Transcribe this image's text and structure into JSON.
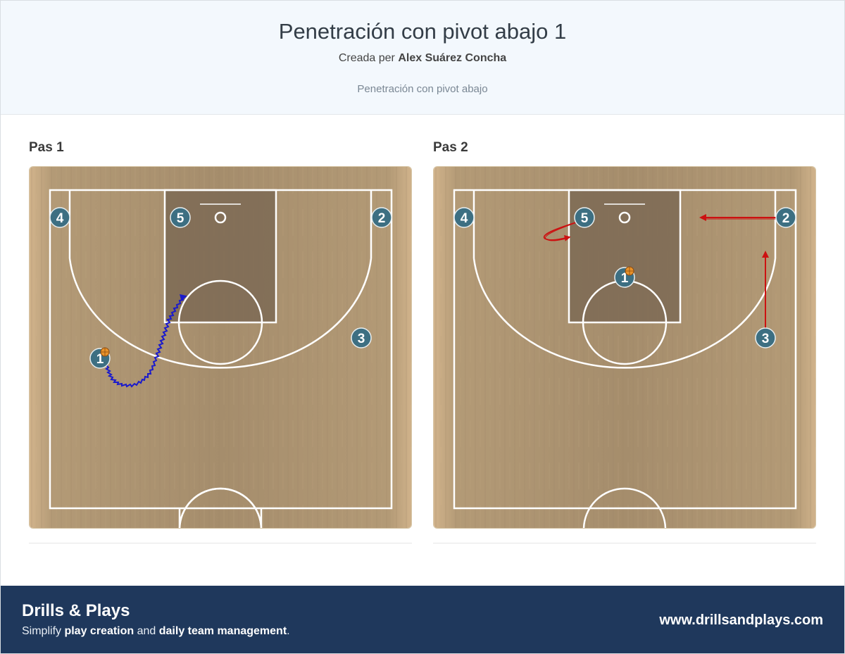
{
  "header": {
    "title": "Penetración con pivot abajo 1",
    "author_prefix": "Creada per",
    "author_name": "Alex Suárez Concha",
    "description": "Penetración con pivot abajo"
  },
  "steps": [
    {
      "label": "Pas 1",
      "players": [
        {
          "number": "4"
        },
        {
          "number": "5"
        },
        {
          "number": "2"
        },
        {
          "number": "3"
        },
        {
          "number": "1",
          "has_ball": true
        }
      ],
      "movements": [
        {
          "player": "1",
          "type": "dribble",
          "color": "#1a1acc"
        }
      ]
    },
    {
      "label": "Pas 2",
      "players": [
        {
          "number": "4"
        },
        {
          "number": "5"
        },
        {
          "number": "2"
        },
        {
          "number": "3"
        },
        {
          "number": "1",
          "has_ball": true
        }
      ],
      "movements": [
        {
          "player": "5",
          "type": "cut",
          "color": "#cc1111"
        },
        {
          "player": "2",
          "type": "cut",
          "color": "#cc1111"
        },
        {
          "player": "3",
          "type": "cut",
          "color": "#cc1111"
        }
      ]
    }
  ],
  "footer": {
    "brand": "Drills & Plays",
    "tagline_1": "Simplify ",
    "tagline_2": "play creation",
    "tagline_3": " and ",
    "tagline_4": "daily team management",
    "tagline_5": ".",
    "website": "www.drillsandplays.com"
  },
  "colors": {
    "court_wood": "#b59b76",
    "paint": "#7d6a55",
    "player": "#3d6f82",
    "dribble": "#1a1acc",
    "cut": "#cc1111",
    "footer_bg": "#1f385c"
  }
}
